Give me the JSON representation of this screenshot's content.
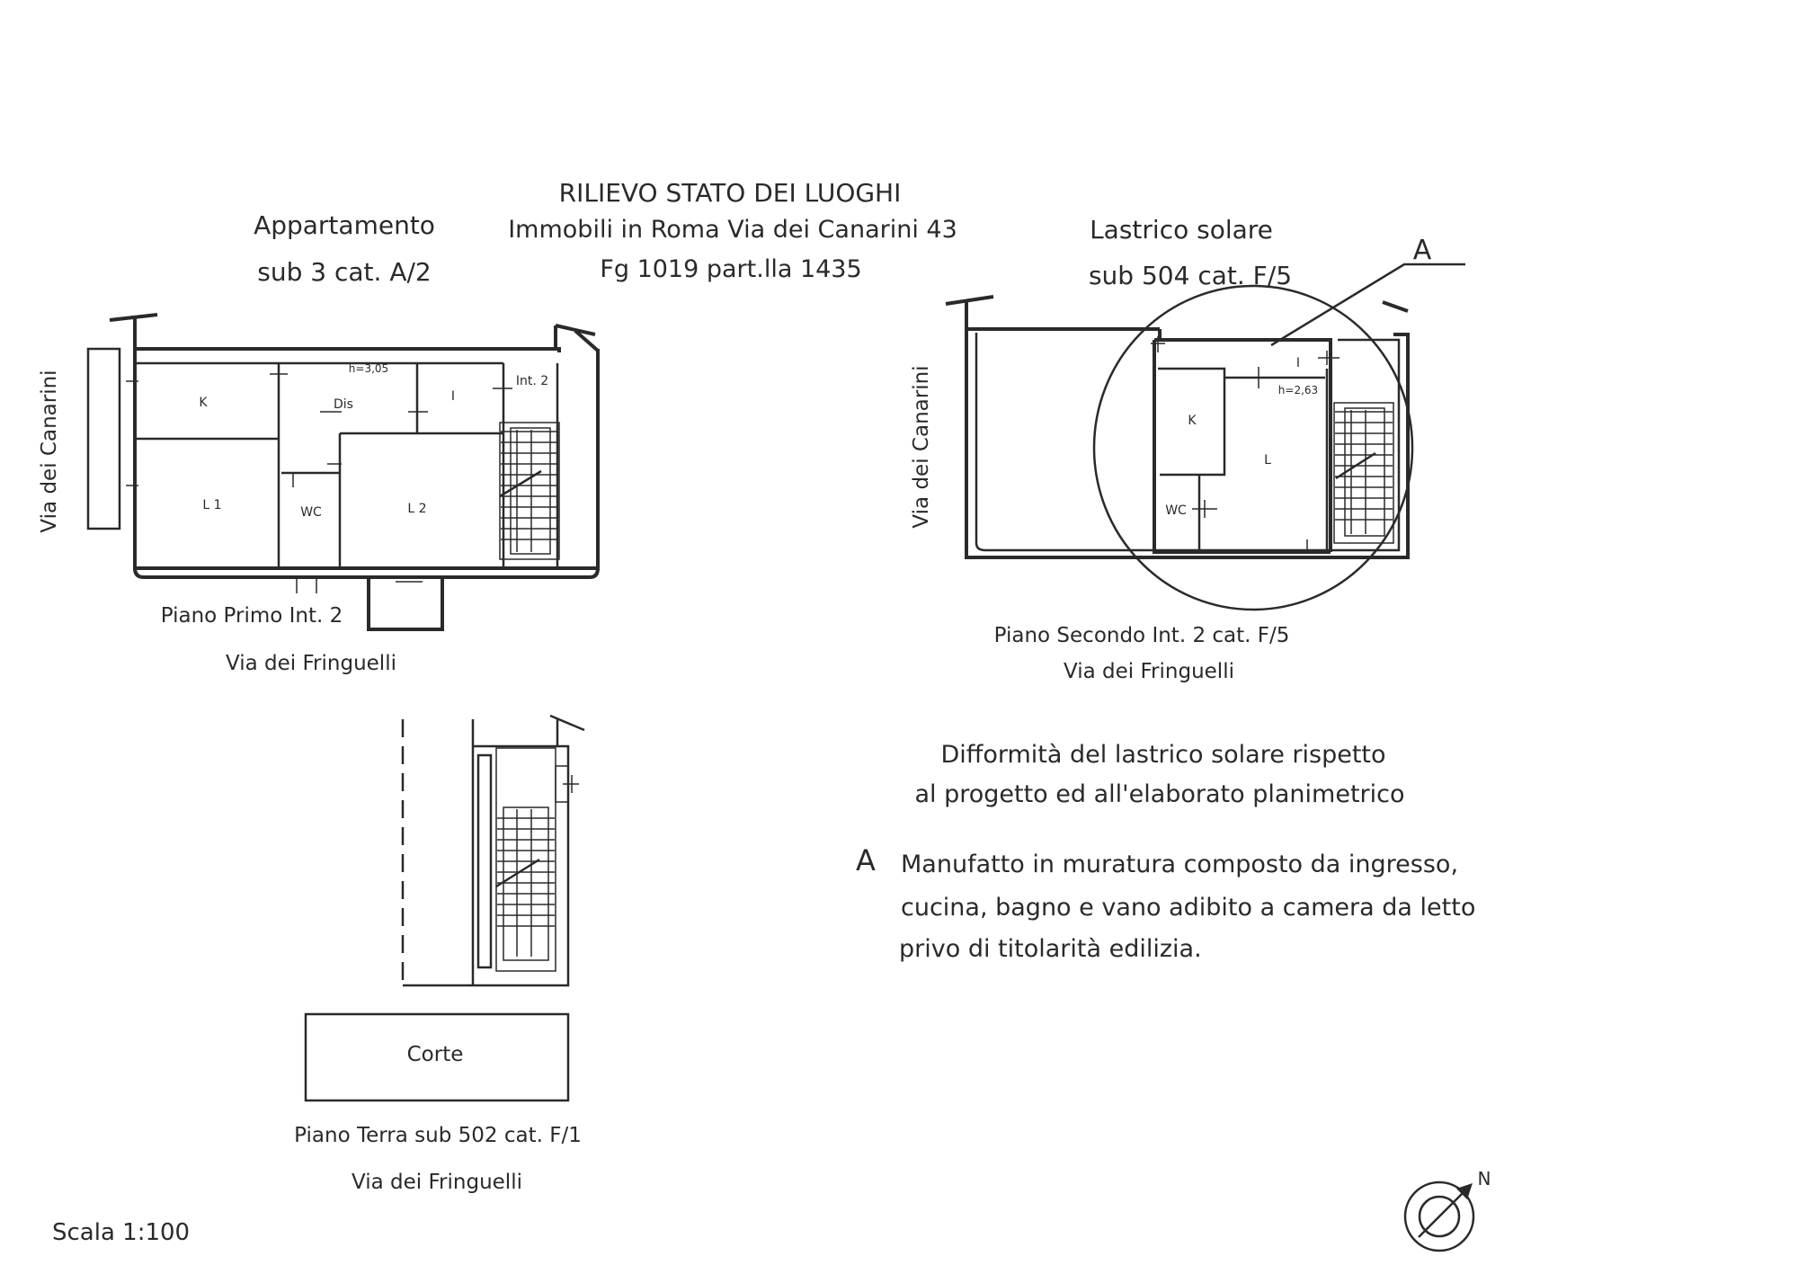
{
  "header": {
    "title": "RILIEVO STATO DEI LUOGHI",
    "line2": "Immobili in Roma Via dei Canarini 43",
    "line3": "Fg 1019 part.lla 1435"
  },
  "plan_first_floor": {
    "heading_1": "Appartamento",
    "heading_2": "sub 3 cat. A/2",
    "street_side": "Via dei Canarini",
    "street_bottom": "Via dei Fringuelli",
    "caption": "Piano Primo Int. 2",
    "height_label": "h=3,05",
    "int_label": "Int. 2",
    "rooms": {
      "k": "K",
      "dis": "Dis",
      "i": "I",
      "l1": "L 1",
      "wc": "WC",
      "l2": "L 2"
    }
  },
  "plan_second_floor": {
    "heading_1": "Lastrico solare",
    "heading_2": "sub 504 cat. F/5",
    "street_side": "Via dei Canarini",
    "street_bottom": "Via dei Fringuelli",
    "caption": "Piano Secondo Int. 2  cat. F/5",
    "height_label": "h=2,63",
    "marker": "A",
    "rooms": {
      "i": "I",
      "k": "K",
      "l": "L",
      "wc": "WC"
    }
  },
  "plan_ground_floor": {
    "court": "Corte",
    "caption": "Piano Terra sub 502 cat. F/1",
    "street_bottom": "Via dei Fringuelli"
  },
  "notes": {
    "heading_1": "Difformità del lastrico solare rispetto",
    "heading_2": "al progetto ed all'elaborato planimetrico",
    "item_marker": "A",
    "item_line1": "Manufatto in muratura composto da ingresso,",
    "item_line2": "cucina, bagno e vano adibito a camera da letto",
    "item_line3": "privo di titolarità edilizia."
  },
  "scale": "Scala 1:100",
  "north_label": "N"
}
